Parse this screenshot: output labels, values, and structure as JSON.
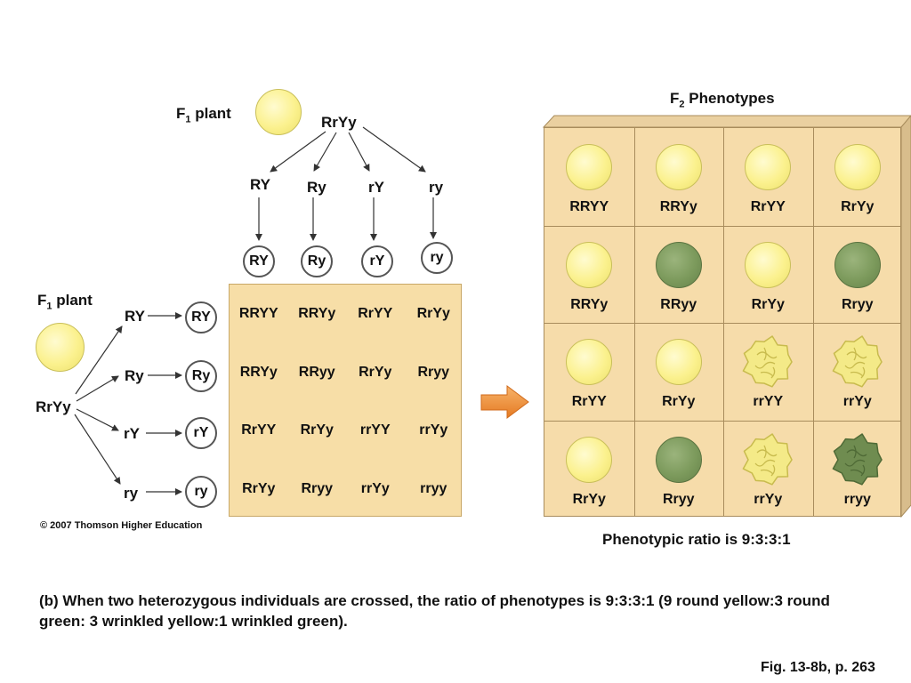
{
  "left_diagram": {
    "f1_plant_top_label": {
      "prefix": "F",
      "sub": "1",
      "suffix": " plant"
    },
    "f1_plant_left_label": {
      "prefix": "F",
      "sub": "1",
      "suffix": " plant"
    },
    "top_genotype": "RrYy",
    "left_genotype": "RrYy",
    "top_gametes": [
      "RY",
      "Ry",
      "rY",
      "ry"
    ],
    "left_gametes": [
      "RY",
      "Ry",
      "rY",
      "ry"
    ],
    "punnett": [
      [
        "RRYY",
        "RRYy",
        "RrYY",
        "RrYy"
      ],
      [
        "RRYy",
        "RRyy",
        "RrYy",
        "Rryy"
      ],
      [
        "RrYY",
        "RrYy",
        "rrYY",
        "rrYy"
      ],
      [
        "RrYy",
        "Rryy",
        "rrYy",
        "rryy"
      ]
    ]
  },
  "phenotypes": {
    "title": {
      "prefix": "F",
      "sub": "2",
      "suffix": " Phenotypes"
    },
    "grid": [
      [
        {
          "genotype": "RRYY",
          "color": "yellow",
          "shape": "round"
        },
        {
          "genotype": "RRYy",
          "color": "yellow",
          "shape": "round"
        },
        {
          "genotype": "RrYY",
          "color": "yellow",
          "shape": "round"
        },
        {
          "genotype": "RrYy",
          "color": "yellow",
          "shape": "round"
        }
      ],
      [
        {
          "genotype": "RRYy",
          "color": "yellow",
          "shape": "round"
        },
        {
          "genotype": "RRyy",
          "color": "green",
          "shape": "round"
        },
        {
          "genotype": "RrYy",
          "color": "yellow",
          "shape": "round"
        },
        {
          "genotype": "Rryy",
          "color": "green",
          "shape": "round"
        }
      ],
      [
        {
          "genotype": "RrYY",
          "color": "yellow",
          "shape": "round"
        },
        {
          "genotype": "RrYy",
          "color": "yellow",
          "shape": "round"
        },
        {
          "genotype": "rrYY",
          "color": "yellow",
          "shape": "wrinkled"
        },
        {
          "genotype": "rrYy",
          "color": "yellow",
          "shape": "wrinkled"
        }
      ],
      [
        {
          "genotype": "RrYy",
          "color": "yellow",
          "shape": "round"
        },
        {
          "genotype": "Rryy",
          "color": "green",
          "shape": "round"
        },
        {
          "genotype": "rrYy",
          "color": "yellow",
          "shape": "wrinkled"
        },
        {
          "genotype": "rryy",
          "color": "green",
          "shape": "wrinkled"
        }
      ]
    ],
    "ratio": "Phenotypic ratio is 9:3:3:1"
  },
  "copyright": "© 2007 Thomson Higher Education",
  "caption": "(b) When two heterozygous individuals are crossed, the ratio of phenotypes is 9:3:3:1 (9 round yellow:3 round green: 3 wrinkled yellow:1 wrinkled green).",
  "figure_ref": "Fig. 13-8b, p. 263",
  "colors": {
    "cell_bg": "#f7dea7",
    "yellow_pea": "#fbf18e",
    "green_pea": "#7c9a5c",
    "arrow_orange": "#f08a30"
  }
}
